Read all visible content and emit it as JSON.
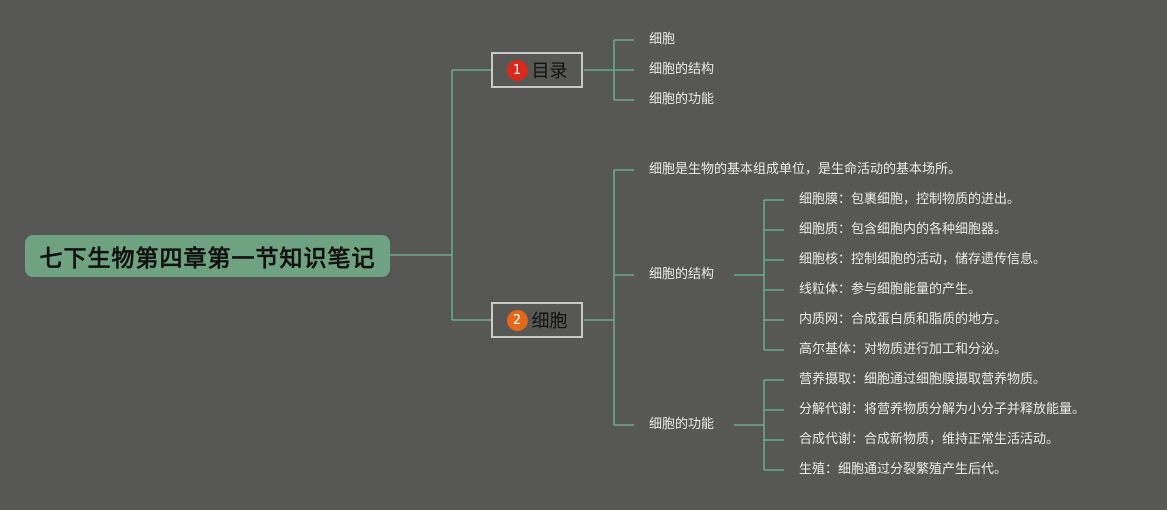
{
  "root": {
    "title": "七下生物第四章第一节知识笔记"
  },
  "colors": {
    "background": "#575855",
    "line": "#6aa88e",
    "root_fill": "#6ea280",
    "badge_1": "#d9291c",
    "badge_2": "#e4671a"
  },
  "topic1": {
    "badge": "1",
    "label": "目录",
    "items": [
      "细胞",
      "细胞的结构",
      "细胞的功能"
    ]
  },
  "topic2": {
    "badge": "2",
    "label": "细胞",
    "intro": "细胞是生物的基本组成单位，是生命活动的基本场所。",
    "structure": {
      "label": "细胞的结构",
      "items": [
        "细胞膜：包裹细胞，控制物质的进出。",
        "细胞质：包含细胞内的各种细胞器。",
        "细胞核：控制细胞的活动，储存遗传信息。",
        "线粒体：参与细胞能量的产生。",
        "内质网：合成蛋白质和脂质的地方。",
        "高尔基体：对物质进行加工和分泌。"
      ]
    },
    "function": {
      "label": "细胞的功能",
      "items": [
        "营养摄取：细胞通过细胞膜摄取营养物质。",
        "分解代谢：将营养物质分解为小分子并释放能量。",
        "合成代谢：合成新物质，维持正常生活活动。",
        "生殖：细胞通过分裂繁殖产生后代。"
      ]
    }
  }
}
